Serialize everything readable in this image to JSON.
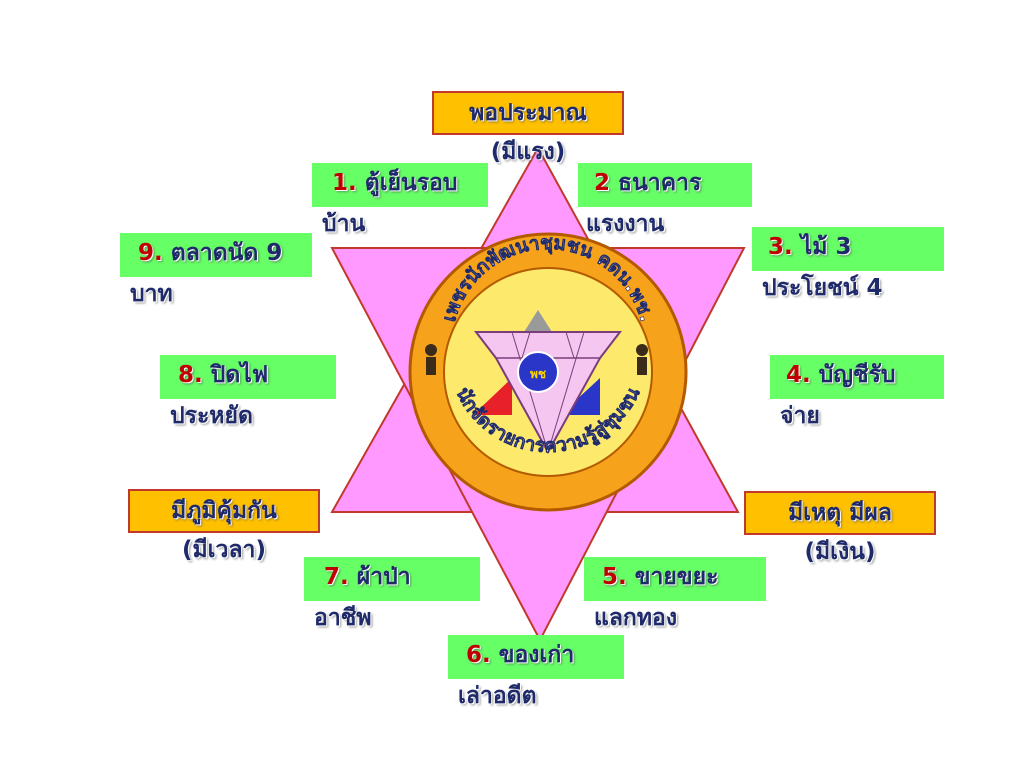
{
  "hexagram_color": "#ff99ff",
  "top": {
    "label": "พอประมาณ",
    "sub": "(มีแรง)"
  },
  "left": {
    "label": "มีภูมิคุ้มกัน",
    "sub": "(มีเวลา)"
  },
  "right": {
    "label": "มีเหตุ มีผล",
    "sub": "(มีเงิน)"
  },
  "items": [
    {
      "num": "1.",
      "label": "ตู้เย็นรอบ",
      "line2": "บ้าน"
    },
    {
      "num": "2",
      "label": "ธนาคาร",
      "line2": "แรงงาน"
    },
    {
      "num": "3.",
      "label": "ไม้ 3",
      "line2": "ประโยชน์ 4"
    },
    {
      "num": "4.",
      "label": "บัญชีรับ",
      "line2": "จ่าย"
    },
    {
      "num": "5.",
      "label": "ขายขยะ",
      "line2": "แลกทอง"
    },
    {
      "num": "6.",
      "label": "ของเก่า",
      "line2": "เล่าอดีต"
    },
    {
      "num": "7.",
      "label": "ผ้าป่า",
      "line2": "อาชีพ"
    },
    {
      "num": "8.",
      "label": "ปิดไฟ",
      "line2": "ประหยัด"
    },
    {
      "num": "9.",
      "label": "ตลาดนัด 9",
      "line2": "บาท"
    }
  ],
  "emblem": {
    "top_text": "เพชรนักพัฒนาชุมชน คดน.พช.",
    "bottom_text": "นักจัดรายการความรู้สู่ชุมชน",
    "center_text": "พช"
  }
}
